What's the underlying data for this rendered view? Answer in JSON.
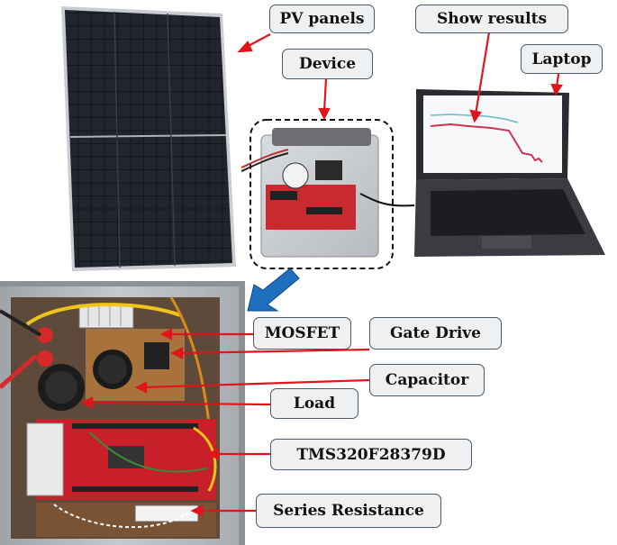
{
  "labels": {
    "pv_panels": "PV panels",
    "show_results": "Show results",
    "device": "Device",
    "laptop": "Laptop",
    "mosfet": "MOSFET",
    "gate_drive": "Gate Drive",
    "capacitor": "Capacitor",
    "load": "Load",
    "controller": "TMS320F28379D",
    "series_resistance": "Series Resistance"
  },
  "colors": {
    "arrow": "#e0141b",
    "label_bg": "#eef0f2",
    "label_border": "#4a5a68",
    "big_arrow": "#1f6fbf",
    "pcb_red": "#c8202a",
    "panel_dark": "#1a1c22"
  }
}
